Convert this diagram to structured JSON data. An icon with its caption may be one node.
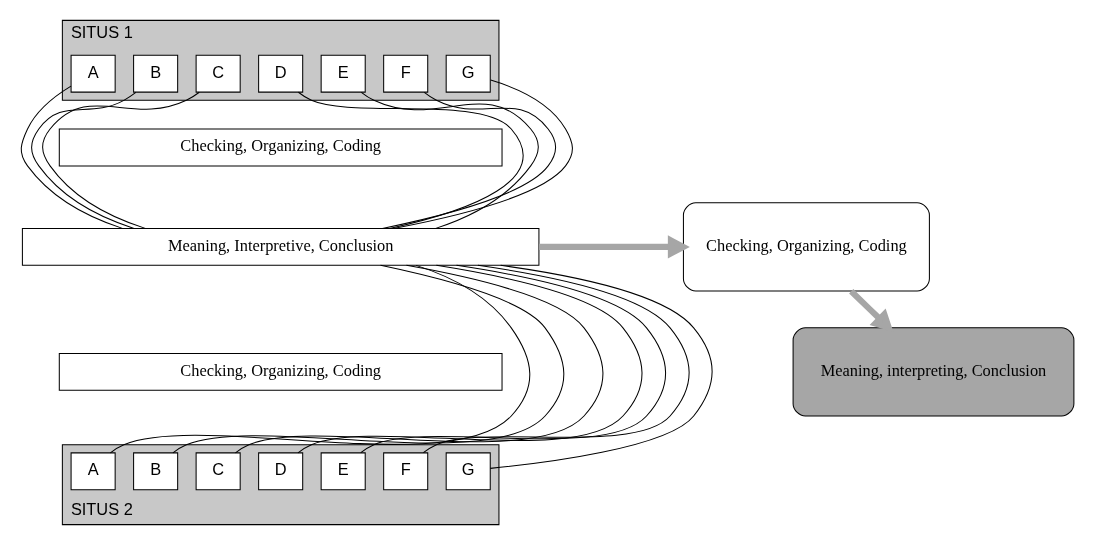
{
  "diagram": {
    "nodes": [
      {
        "text": [
          "SITUS 1"
        ]
      },
      {
        "text": [
          "A"
        ],
        "in": 0
      },
      {
        "text": [
          "B"
        ],
        "in": 0
      },
      {
        "text": [
          "C"
        ],
        "in": 0
      },
      {
        "text": [
          "D"
        ],
        "in": 0
      },
      {
        "text": [
          "E"
        ],
        "in": 0
      },
      {
        "text": [
          "F"
        ],
        "in": 0
      },
      {
        "text": [
          "G"
        ],
        "in": 0
      },
      {
        "text": [
          "Checking, Organizing, Coding"
        ]
      },
      {
        "text": [
          "Meaning, Interpretive, Conclusion"
        ]
      },
      {
        "text": [
          "Checking, Organizing, Coding"
        ]
      },
      {
        "text": [
          "SITUS 2"
        ]
      },
      {
        "text": [
          "A"
        ],
        "in": 11
      },
      {
        "text": [
          "B"
        ],
        "in": 11
      },
      {
        "text": [
          "C"
        ],
        "in": 11
      },
      {
        "text": [
          "D"
        ],
        "in": 11
      },
      {
        "text": [
          "E"
        ],
        "in": 11
      },
      {
        "text": [
          "F"
        ],
        "in": 11
      },
      {
        "text": [
          "G"
        ],
        "in": 11
      },
      {
        "text": [
          "Checking, Organizing, Coding"
        ]
      },
      {
        "text": [
          "Meaning, interpreting, Conclusion"
        ]
      }
    ],
    "edges": [
      {
        "from": 1,
        "to": 9,
        "arrow": "none"
      },
      {
        "from": 2,
        "to": 9,
        "arrow": "none"
      },
      {
        "from": 3,
        "to": 9,
        "arrow": "none"
      },
      {
        "from": 4,
        "to": 9,
        "arrow": "none"
      },
      {
        "from": 5,
        "to": 9,
        "arrow": "none"
      },
      {
        "from": 6,
        "to": 9,
        "arrow": "none"
      },
      {
        "from": 7,
        "to": 9,
        "arrow": "none"
      },
      {
        "from": 12,
        "to": 9,
        "arrow": "none"
      },
      {
        "from": 13,
        "to": 9,
        "arrow": "none"
      },
      {
        "from": 14,
        "to": 9,
        "arrow": "none"
      },
      {
        "from": 15,
        "to": 9,
        "arrow": "none"
      },
      {
        "from": 16,
        "to": 9,
        "arrow": "none"
      },
      {
        "from": 17,
        "to": 9,
        "arrow": "none"
      },
      {
        "from": 18,
        "to": 9,
        "arrow": "none"
      },
      {
        "from": 9,
        "to": 19,
        "arrow": "to",
        "style": "thick",
        "color": "#a6a6a6"
      },
      {
        "from": 19,
        "to": 20,
        "arrow": "to",
        "style": "thick",
        "color": "#a6a6a6"
      }
    ]
  }
}
